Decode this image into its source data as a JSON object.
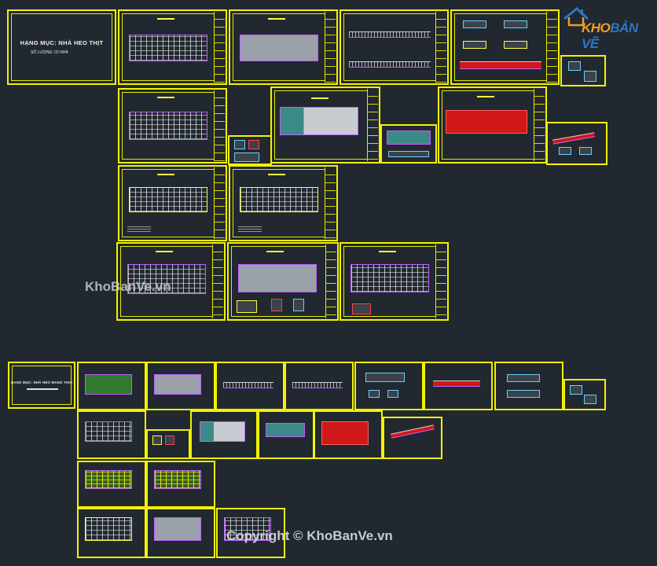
{
  "cover_sheets": [
    {
      "id": "meat-pig-house",
      "title": "HẠNG MỤC: NHÀ HEO THỊT",
      "subtitle": "SỐ LƯỢNG: 02 NHÀ"
    },
    {
      "id": "pregnant-pig-house",
      "title": "HẠNG MỤC: NHÀ HEO MANG THAI",
      "subtitle": ""
    }
  ],
  "watermarks": {
    "logo_k": "KHO",
    "logo_b": "BẢN VẼ",
    "mid_left": "KhoBanVe.vn",
    "copyright": "Copyright © KhoBanVe.vn"
  },
  "colors": {
    "background": "#212830",
    "sheet_border": "#f2f200",
    "plan_outline": "#c060ff",
    "roof_red": "#d01818",
    "logo_orange": "#f0a020",
    "logo_blue": "#2a78c8"
  }
}
